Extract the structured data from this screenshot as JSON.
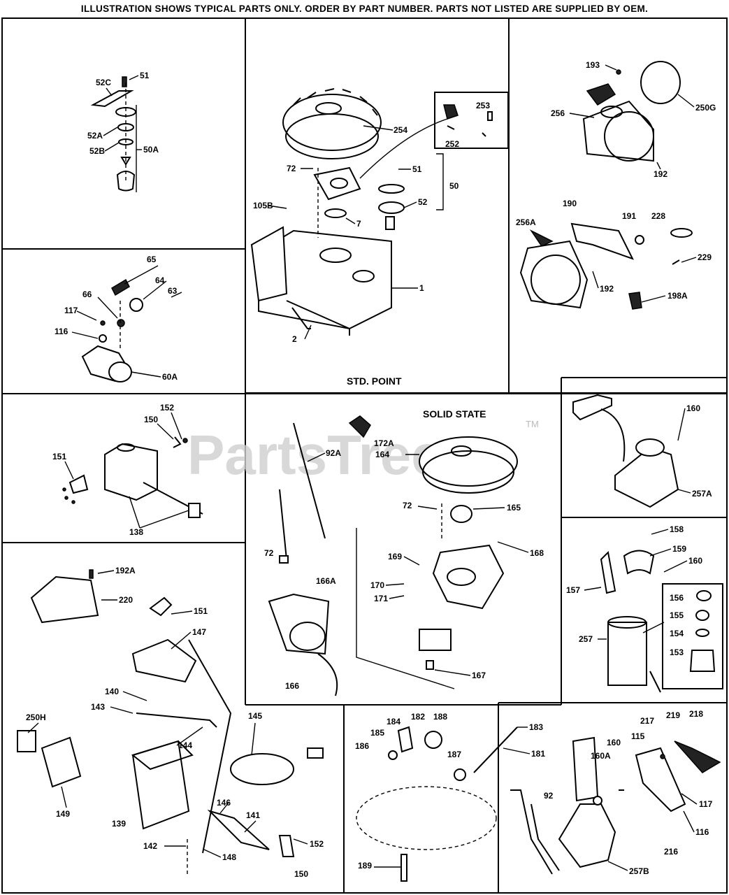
{
  "header": {
    "text": "ILLUSTRATION SHOWS TYPICAL PARTS ONLY. ORDER BY PART NUMBER. PARTS NOT LISTED ARE SUPPLIED BY OEM."
  },
  "watermark": {
    "text": "PartsTree",
    "trademark": "TM"
  },
  "sections": {
    "std_point": "STD. POINT",
    "solid_state": "SOLID STATE"
  },
  "callouts": [
    "52C",
    "51",
    "52A",
    "52B",
    "50A",
    "65",
    "66",
    "64",
    "63",
    "117",
    "116",
    "60A",
    "254",
    "253",
    "252",
    "72",
    "51",
    "50",
    "52",
    "105B",
    "7",
    "1",
    "2",
    "193",
    "256",
    "250G",
    "192",
    "256A",
    "190",
    "191",
    "228",
    "229",
    "192",
    "198A",
    "152",
    "150",
    "151",
    "138",
    "92A",
    "172A",
    "164",
    "72",
    "165",
    "72",
    "168",
    "169",
    "166A",
    "170",
    "171",
    "166",
    "167",
    "160",
    "257A",
    "158",
    "159",
    "160",
    "157",
    "156",
    "155",
    "154",
    "257",
    "153",
    "192A",
    "220",
    "151",
    "147",
    "140",
    "143",
    "144",
    "145",
    "250H",
    "149",
    "139",
    "146",
    "141",
    "152",
    "142",
    "148",
    "150",
    "184",
    "182",
    "188",
    "183",
    "185",
    "186",
    "187",
    "181",
    "189",
    "217",
    "219",
    "218",
    "115",
    "160",
    "160A",
    "92",
    "117",
    "116",
    "216",
    "257B"
  ]
}
